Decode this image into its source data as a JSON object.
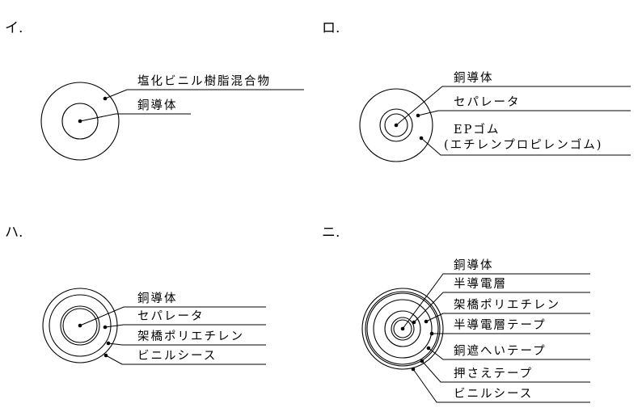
{
  "panels": {
    "i": {
      "option": "イ.",
      "labels": [
        "塩化ビニル樹脂混合物",
        "銅導体"
      ]
    },
    "ro": {
      "option": "ロ.",
      "labels": [
        "銅導体",
        "セパレータ",
        "EPゴム",
        "(エチレンプロピレンゴム)"
      ]
    },
    "ha": {
      "option": "ハ.",
      "labels": [
        "銅導体",
        "セパレータ",
        "架橋ポリエチレン",
        "ビニルシース"
      ]
    },
    "ni": {
      "option": "ニ.",
      "labels": [
        "銅導体",
        "半導電層",
        "架橋ポリエチレン",
        "半導電層テープ",
        "銅遮へいテープ",
        "押さえテープ",
        "ビニルシース"
      ]
    }
  }
}
